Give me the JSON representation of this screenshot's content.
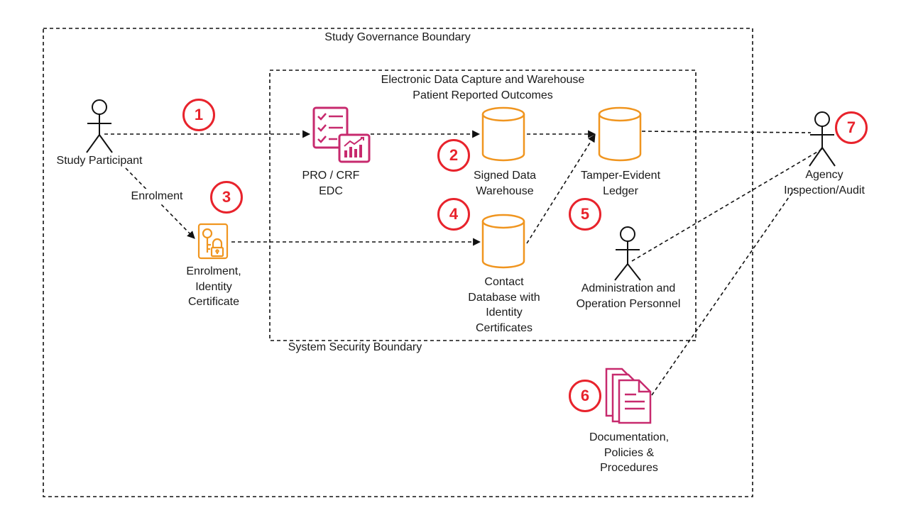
{
  "boundaries": {
    "governance": "Study Governance Boundary",
    "system_security": "System Security Boundary",
    "edc_title_line1": "Electronic Data Capture and Warehouse",
    "edc_title_line2": "Patient Reported Outcomes"
  },
  "actors": {
    "participant": "Study Participant",
    "admin": [
      "Administration and",
      "Operation Personnel"
    ],
    "agency": [
      "Agency",
      "Inspection/Audit"
    ]
  },
  "components": {
    "pro_crf": [
      "PRO / CRF",
      "EDC"
    ],
    "signed_warehouse": [
      "Signed Data",
      "Warehouse"
    ],
    "ledger": [
      "Tamper-Evident",
      "Ledger"
    ],
    "contact_db": [
      "Contact",
      "Database with",
      "Identity",
      "Certificates"
    ],
    "enrolment_cert": [
      "Enrolment,",
      "Identity",
      "Certificate"
    ],
    "documentation": [
      "Documentation,",
      "Policies &",
      "Procedures"
    ]
  },
  "edges": {
    "enrolment": "Enrolment"
  },
  "markers": [
    "1",
    "2",
    "3",
    "4",
    "5",
    "6",
    "7"
  ],
  "colors": {
    "database": "#f0951f",
    "edc_icon": "#c72a6e",
    "marker": "#e8232c",
    "line": "#111111"
  },
  "icons": {
    "actor": "stick-figure-icon",
    "database": "cylinder-database-icon",
    "edc": "checklist-chart-icon",
    "certificate": "key-lock-certificate-icon",
    "documents": "document-stack-icon"
  }
}
